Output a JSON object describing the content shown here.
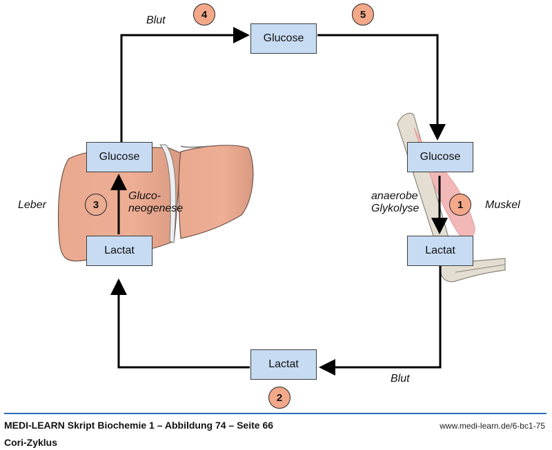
{
  "diagram": {
    "title": "Cori-Zyklus",
    "organs": {
      "liver": {
        "label": "Leber",
        "color": "#e8a58a"
      },
      "muscle": {
        "label": "Muskel",
        "color": "#f2b5b5"
      }
    },
    "boxes": {
      "top_glucose": "Glucose",
      "liver_glucose": "Glucose",
      "liver_lactat": "Lactat",
      "muscle_glucose": "Glucose",
      "muscle_lactat": "Lactat",
      "bottom_lactat": "Lactat"
    },
    "labels": {
      "blut_top": "Blut",
      "blut_bottom": "Blut",
      "gluconeogenese_line1": "Gluco-",
      "gluconeogenese_line2": "neogenese",
      "glykolyse_line1": "anaerobe",
      "glykolyse_line2": "Glykolyse"
    },
    "steps": [
      "1",
      "2",
      "3",
      "4",
      "5"
    ],
    "colors": {
      "box_fill": "#c7dbf3",
      "badge_fill": "#f3a88a",
      "rule": "#2d6db5"
    }
  },
  "footer": {
    "source": "MEDI-LEARN Skript Biochemie 1 – Abbildung 74 – Seite 66",
    "url": "www.medi-learn.de/6-bc1-75",
    "caption": "Cori-Zyklus"
  }
}
